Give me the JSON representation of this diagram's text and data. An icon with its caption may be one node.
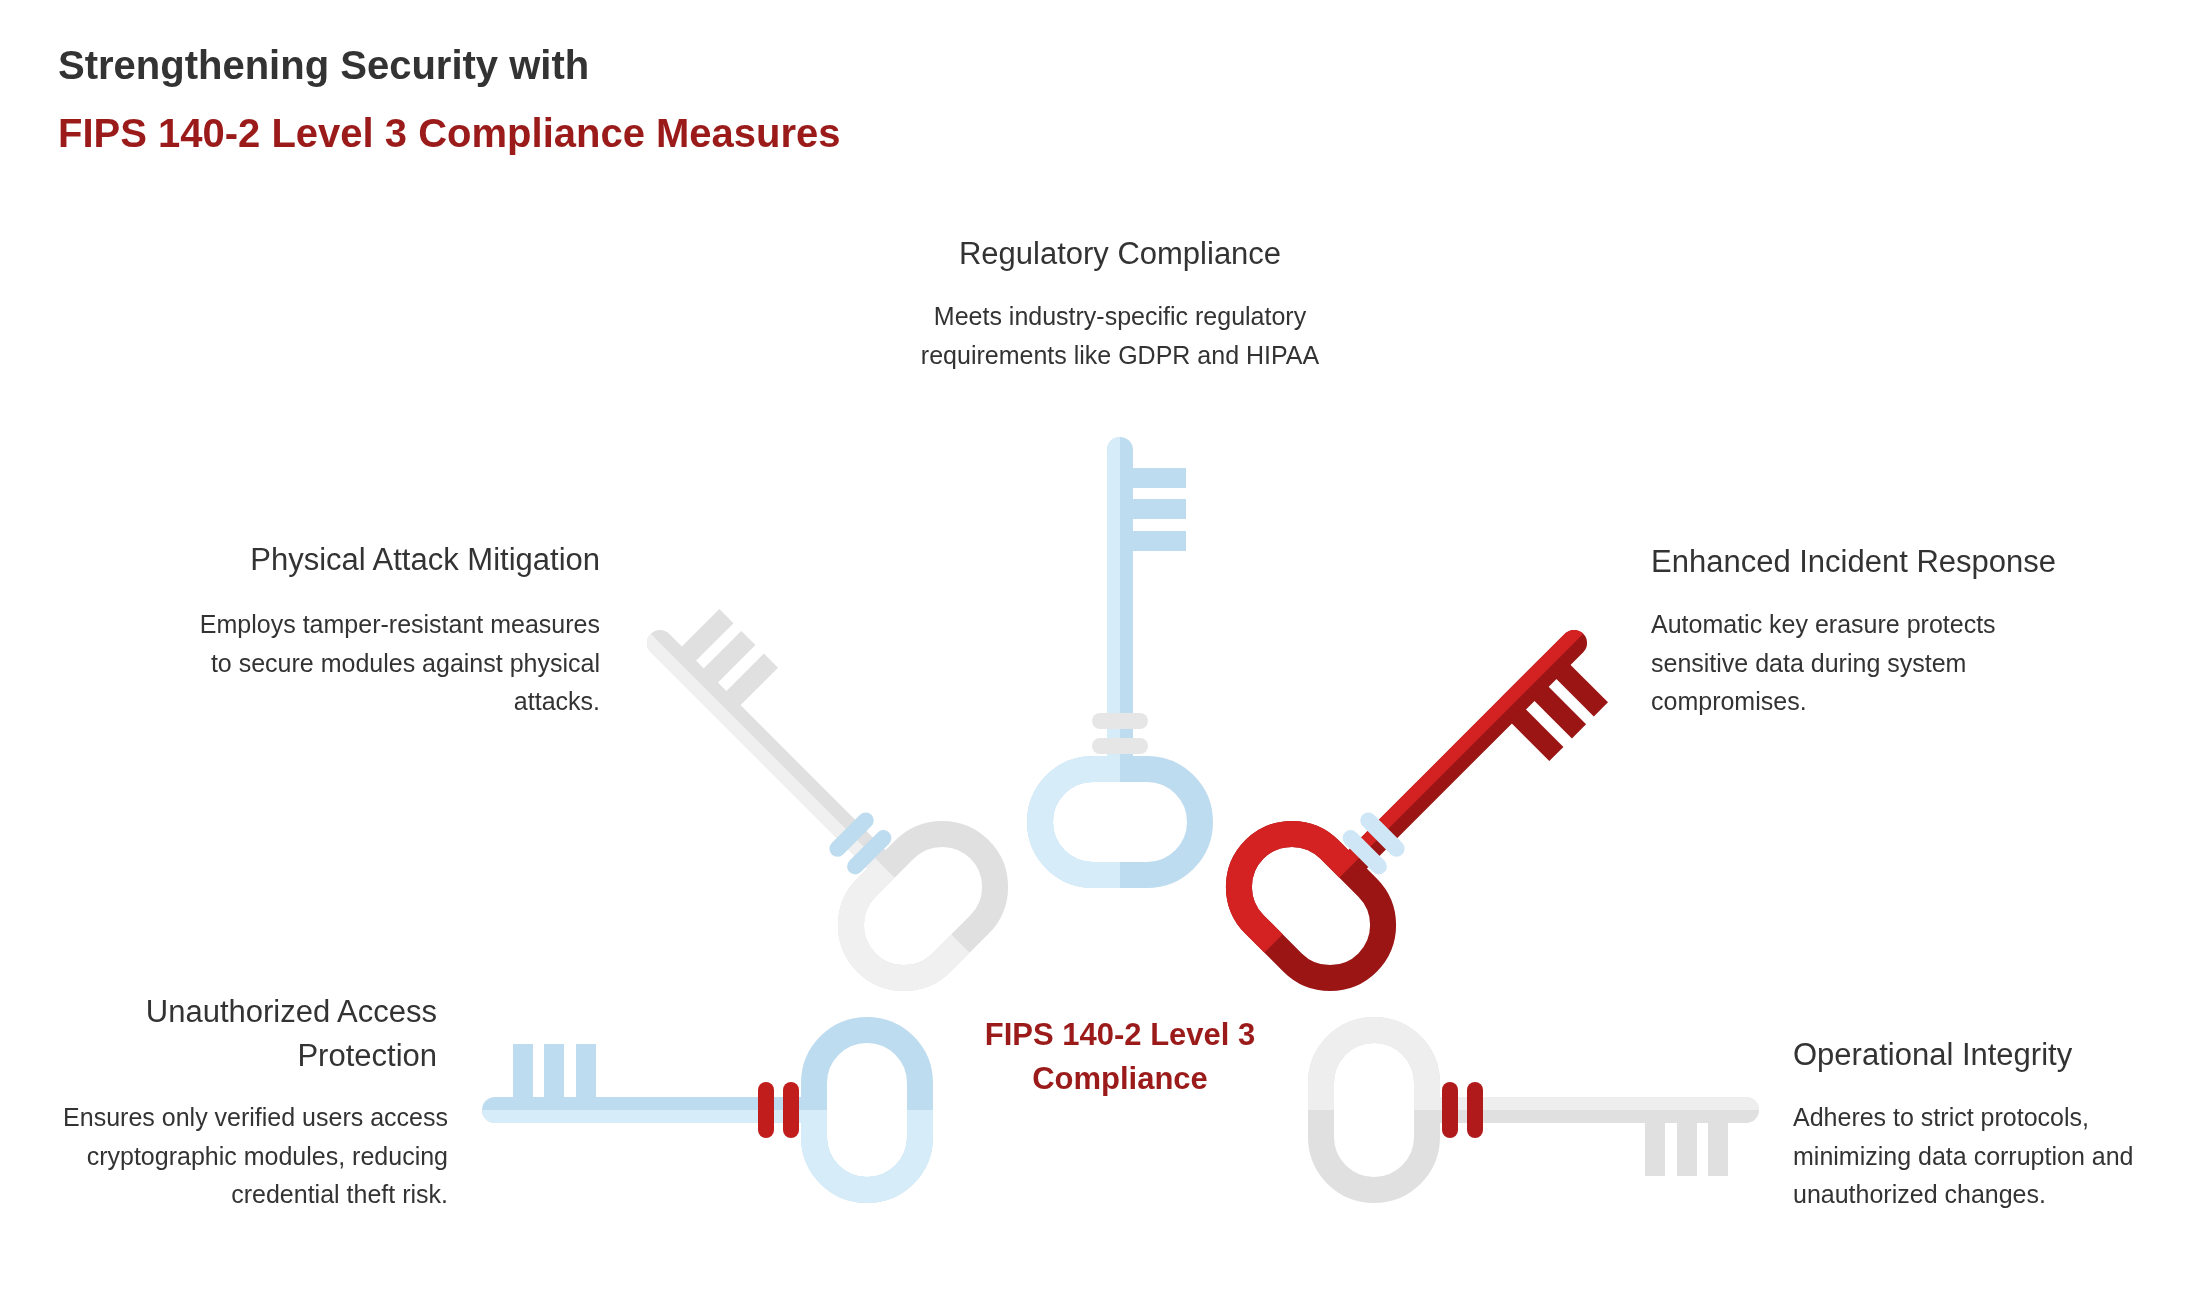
{
  "diagram": {
    "title": "Strengthening Security with",
    "labels": [
      "FIPS 140-2 Level 3 Compliance Measures",
      "Regulatory Compliance",
      "Meets industry-specific regulatory requirements like GDPR and HIPAA",
      "Physical Attack Mitigation",
      "Employs tamper-resistant measures to secure modules against physical attacks.",
      "Enhanced Incident Response",
      "Automatic key erasure protects sensitive data during system compromises.",
      "Unauthorized Access Protection",
      "Ensures only verified users access cryptographic modules, reducing credential theft risk.",
      "FIPS 140-2 Level 3 Compliance",
      "Operational Integrity",
      "Adheres to strict protocols, minimizing data corruption and unauthorized changes."
    ]
  }
}
